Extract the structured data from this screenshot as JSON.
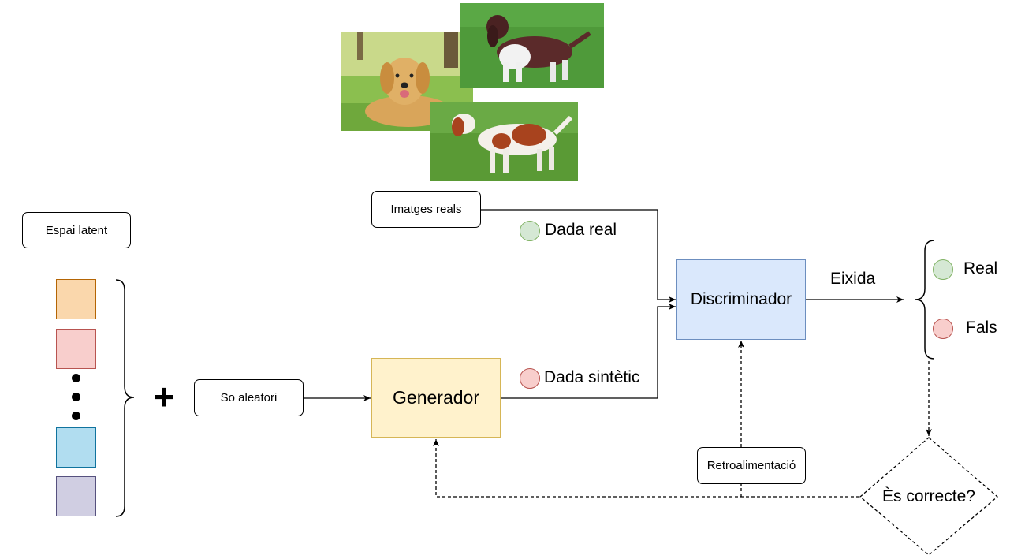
{
  "colors": {
    "orange_fill": "#fad7ac",
    "orange_stroke": "#b46504",
    "red_fill": "#f8cecc",
    "red_stroke": "#b85450",
    "blue_fill": "#b1ddf0",
    "blue_stroke": "#10739e",
    "purple_fill": "#d0cee2",
    "purple_stroke": "#56517e",
    "discriminator_fill": "#dae8fc",
    "discriminator_stroke": "#6c8ebf",
    "generator_fill": "#fff2cc",
    "generator_stroke": "#d6b656",
    "green_fill": "#d5e8d4",
    "green_stroke": "#82b366"
  },
  "labels": {
    "latent_space": "Espai latent",
    "plus": "+",
    "random_noise": "So aleatori",
    "generator": "Generador",
    "real_images": "Imatges reals",
    "real_data": "Dada real",
    "synthetic_data": "Dada sintètic",
    "discriminator": "Discriminador",
    "output": "Eixida",
    "real": "Real",
    "fake": "Fals",
    "feedback": "Retroalimentació",
    "is_correct": "Ès correcte?"
  },
  "photos": [
    {
      "subject": "golden-retriever-photo"
    },
    {
      "subject": "springer-spaniel-photo"
    },
    {
      "subject": "welsh-springer-spaniel-photo"
    }
  ]
}
